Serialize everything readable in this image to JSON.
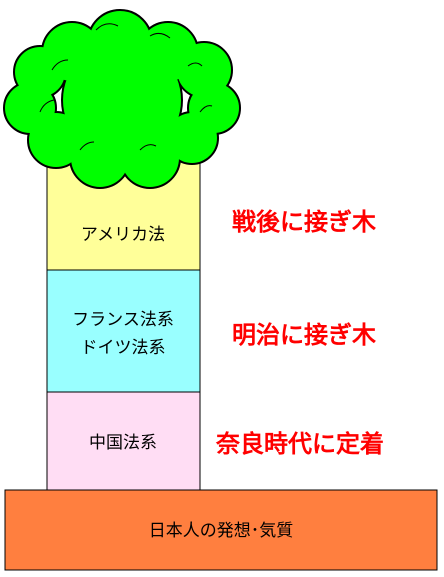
{
  "layers": {
    "american": {
      "label": "アメリカ法",
      "color": "#ffff99"
    },
    "french_german": {
      "label_line1": "フランス法系",
      "label_line2": "ドイツ法系",
      "color": "#99ffff"
    },
    "chinese": {
      "label": "中国法系",
      "color": "#ffddf4"
    },
    "foundation": {
      "label": "日本人の発想･気質",
      "color": "#ff7f3f"
    }
  },
  "annotations": {
    "postwar": "戦後に接ぎ木",
    "meiji": "明治に接ぎ木",
    "nara": "奈良時代に定着",
    "color": "#ff0000"
  },
  "tree": {
    "crown_color": "#00ff00",
    "outline_color": "#000000"
  }
}
